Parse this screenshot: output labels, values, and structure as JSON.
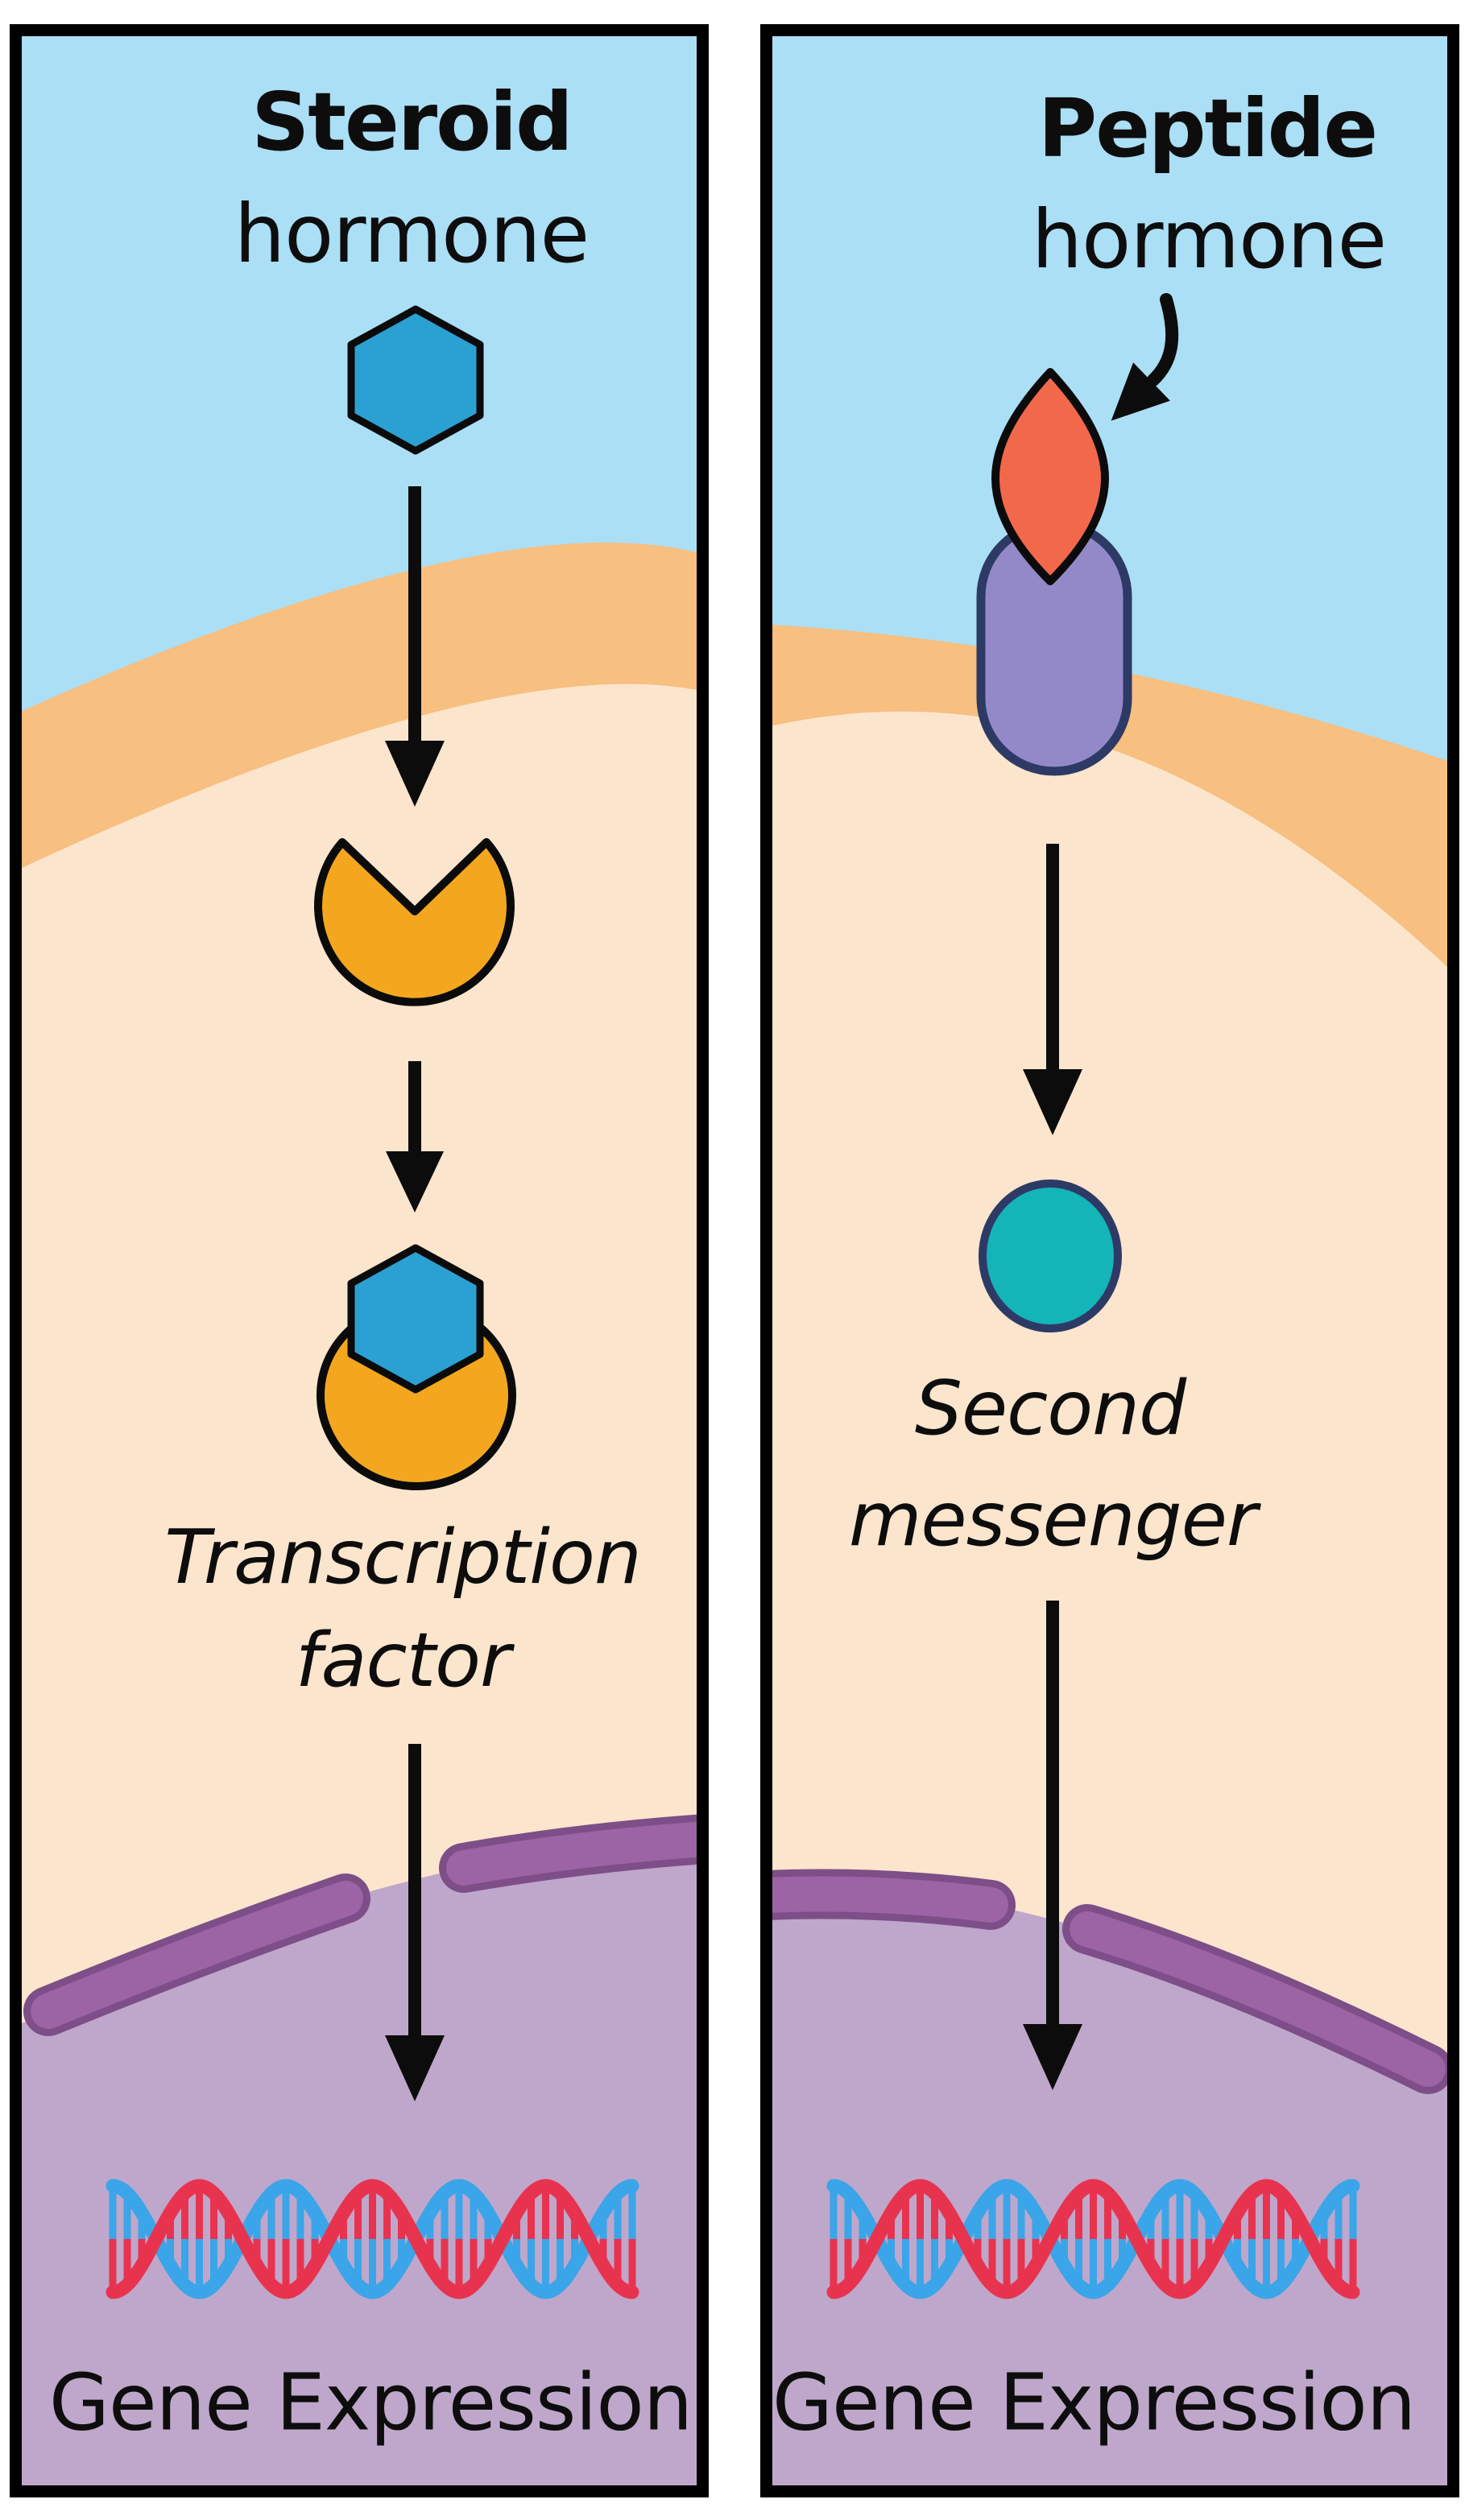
{
  "figure": {
    "type": "hormone-signaling-pathway-diagram",
    "panel_count": 2
  },
  "panels": {
    "left": {
      "title": "Steroid",
      "subtitle": "hormone",
      "factor_line1": "Transcription",
      "factor_line2": "factor",
      "result": "Gene Expression"
    },
    "right": {
      "title": "Peptide",
      "subtitle": "hormone",
      "messenger_line1": "Second",
      "messenger_line2": "messenger",
      "result": "Gene Expression"
    }
  },
  "shapes": {
    "steroid_hormone": "blue-hexagon",
    "intracellular_receptor": "orange-notched-circle",
    "hormone_receptor_complex": "blue-hexagon-on-orange-circle",
    "peptide_hormone": "red-orange-lens",
    "membrane_receptor": "purple-capsule",
    "second_messenger": "teal-circle",
    "nuclear_envelope": "purple-capsule-segments",
    "dna": "red-blue-double-helix",
    "flow_arrows": "black-downward-arrows"
  },
  "colors": {
    "extracellular_blue": "#abdff6",
    "membrane_orange": "#f7bf80",
    "cytoplasm_peach": "#fce5cd",
    "nucleus_fill": "#bfa7cb",
    "nuclear_envelope": "#9c63a5",
    "envelope_outline": "#7d4e87",
    "steroid_hormone_blue": "#2ba1d3",
    "receptor_orange": "#f4a71e",
    "peptide_hormone_red": "#f2684b",
    "membrane_receptor_purple": "#9389c9",
    "receptor_outline_navy": "#2e3a66",
    "second_messenger_teal": "#14b5b8",
    "dna_blue": "#3aa5e8",
    "dna_red": "#e8334f",
    "arrow_black": "#0c0c0c",
    "panel_border": "#000000",
    "background_white": "#ffffff"
  }
}
